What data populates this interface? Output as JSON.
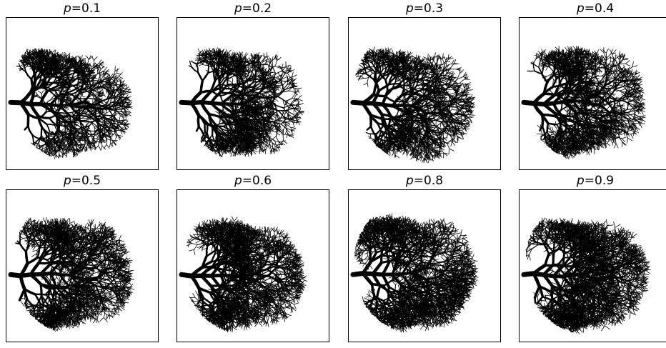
{
  "figure": {
    "panels": [
      {
        "var": "p",
        "eq": "=",
        "value": "0.1",
        "p": 0.1
      },
      {
        "var": "p",
        "eq": "=",
        "value": "0.2",
        "p": 0.2
      },
      {
        "var": "p",
        "eq": "=",
        "value": "0.3",
        "p": 0.3
      },
      {
        "var": "p",
        "eq": "=",
        "value": "0.4",
        "p": 0.4
      },
      {
        "var": "p",
        "eq": "=",
        "value": "0.5",
        "p": 0.5
      },
      {
        "var": "p",
        "eq": "=",
        "value": "0.6",
        "p": 0.6
      },
      {
        "var": "p",
        "eq": "=",
        "value": "0.8",
        "p": 0.8
      },
      {
        "var": "p",
        "eq": "=",
        "value": "0.9",
        "p": 0.9
      }
    ],
    "line_color": "#000000",
    "frame_color": "#000000",
    "background": "#ffffff"
  }
}
